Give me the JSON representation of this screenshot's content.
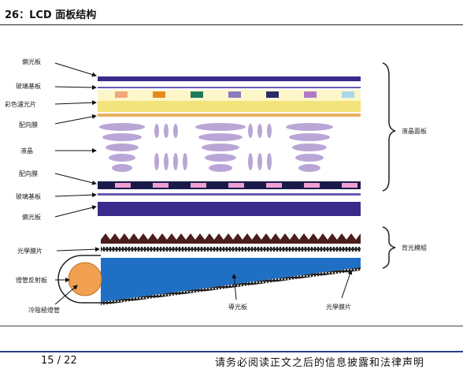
{
  "figure": {
    "title": "26：LCD 面板结构"
  },
  "labels": {
    "polarizer_top": "偏光板",
    "glass_substrate_top": "玻璃基板",
    "color_filter": "彩色濾光片",
    "alignment_film_top": "配向膜",
    "liquid_crystal": "液晶",
    "alignment_film_bottom": "配向膜",
    "glass_substrate_bottom": "玻璃基板",
    "polarizer_bottom": "偏光板",
    "optical_film_left": "光學膜片",
    "lamp_reflector": "燈管反射板",
    "ccfl": "冷陰極燈管",
    "light_guide": "導光板",
    "optical_film_bottom": "光學膜片",
    "lcd_panel_group": "液晶面板",
    "backlight_group": "背光模組"
  },
  "colors": {
    "polarizer": "#3a2a8c",
    "glass": "#4a3aa0",
    "filter_band": "#f2e37a",
    "lc_ellipse": "#b9a6d6",
    "light_guide": "#1f6fc4",
    "prism": "#4b1d1d",
    "lamp": "#f0a050"
  },
  "footer": {
    "page": "15 / 22",
    "disclaimer": "请务必阅读正文之后的信息披露和法律声明"
  }
}
